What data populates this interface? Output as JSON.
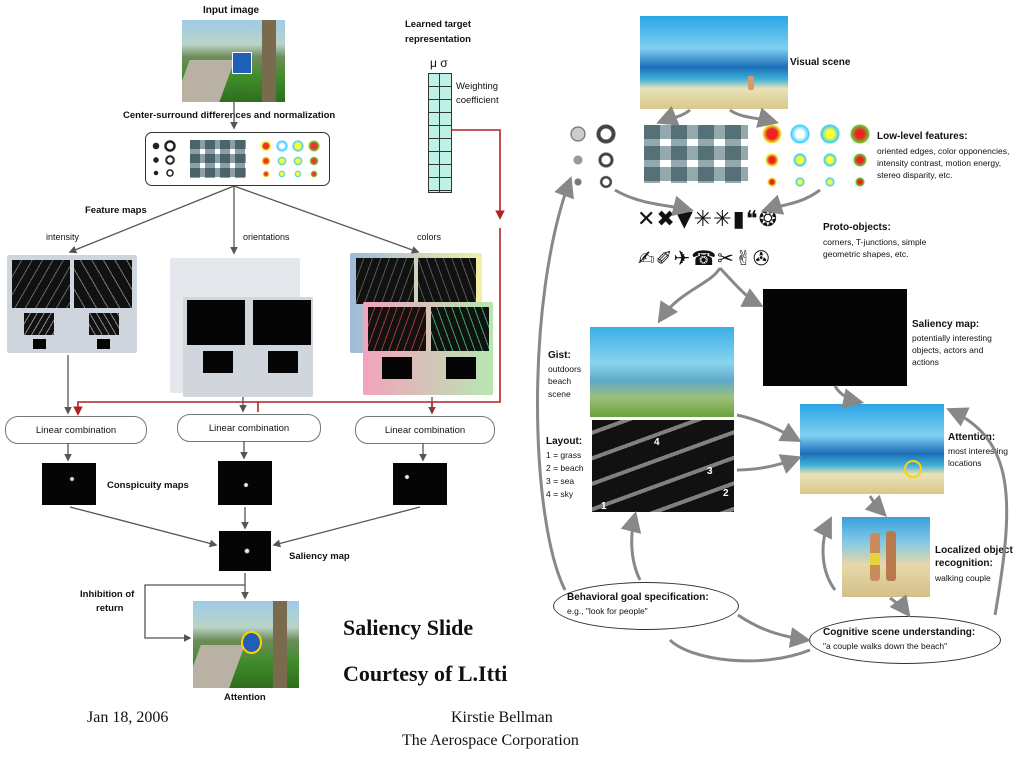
{
  "left": {
    "input_image": "Input image",
    "learned_target": [
      "Learned target",
      "representation"
    ],
    "mu_sigma": "μ σ",
    "weighting": [
      "Weighting",
      "coefficient"
    ],
    "center_surround": "Center-surround differences and normalization",
    "feature_maps": "Feature maps",
    "intensity": "intensity",
    "orientations": "orientations",
    "colors": "colors",
    "linear_combination": "Linear combination",
    "conspicuity_maps": "Conspicuity maps",
    "saliency_map": "Saliency map",
    "inhibition": [
      "Inhibition of",
      "return"
    ],
    "attention": "Attention"
  },
  "slide": {
    "line1": "Saliency Slide",
    "line2": "Courtesy of  L.Itti"
  },
  "footer": {
    "date": "Jan 18, 2006",
    "author": "Kirstie Bellman",
    "org": "The Aerospace Corporation"
  },
  "right": {
    "visual_scene": "Visual scene",
    "low_level_title": "Low-level features:",
    "low_level_desc": [
      "oriented edges, color opponencies,",
      "intensity contrast, motion energy,",
      "stereo disparity, etc."
    ],
    "proto_title": "Proto-objects:",
    "proto_desc": [
      "corners, T-junctions, simple",
      "geometric shapes, etc."
    ],
    "proto_row1": "✕✖▼✳✳▮❝❂",
    "proto_row2": "✍✐✈☎✂✌✇",
    "gist_title": "Gist:",
    "gist_desc": [
      "outdoors",
      "beach",
      "scene"
    ],
    "saliency_title": "Saliency map:",
    "saliency_desc": [
      "potentially interesting",
      "objects, actors and",
      "actions"
    ],
    "layout_title": "Layout:",
    "layout_items": [
      "1 = grass",
      "2 = beach",
      "3 = sea",
      "4 = sky"
    ],
    "layout_nums": [
      "4",
      "3",
      "2",
      "1"
    ],
    "attention_title": "Attention:",
    "attention_desc": [
      "most interesting",
      "locations"
    ],
    "recog_title": [
      "Localized object",
      "recognition:"
    ],
    "recog_desc": "walking couple",
    "behavior_title": "Behavioral goal specification:",
    "behavior_desc": "e.g., \"look for people\"",
    "cognitive_title": "Cognitive scene understanding:",
    "cognitive_desc": "\"a couple walks down the beach\""
  },
  "colors": {
    "red_arrow": "#b22222",
    "gray_arrow": "#888888",
    "weight_cell": "#bff0e6"
  }
}
